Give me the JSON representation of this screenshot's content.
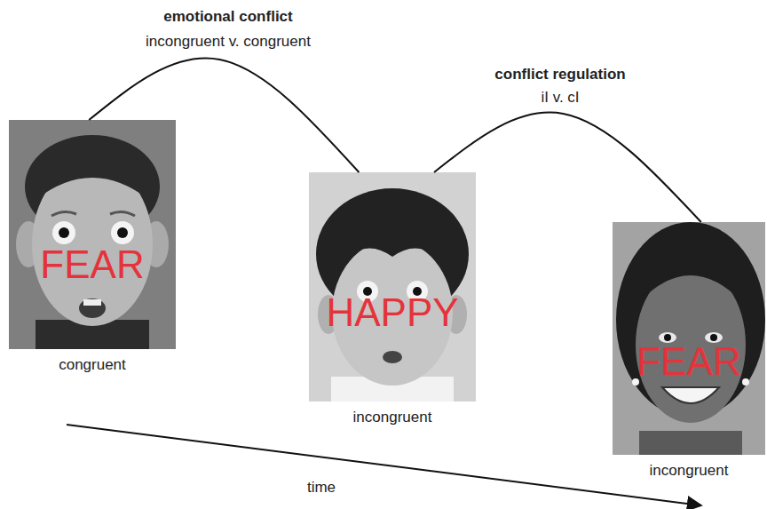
{
  "diagram": {
    "nodes": [
      {
        "text": [
          "FEAR",
          "congruent"
        ]
      },
      {
        "text": [
          "HAPPY",
          "incongruent"
        ]
      },
      {
        "text": [
          "FEAR",
          "incongruent"
        ]
      }
    ],
    "edges": [
      {
        "from": 0,
        "to": 1,
        "arrow": "none"
      },
      {
        "from": 1,
        "to": 2,
        "arrow": "none"
      }
    ],
    "labels": [
      "emotional conflict",
      "incongruent v. congruent",
      "conflict regulation",
      "iI v. cI",
      "time"
    ]
  }
}
